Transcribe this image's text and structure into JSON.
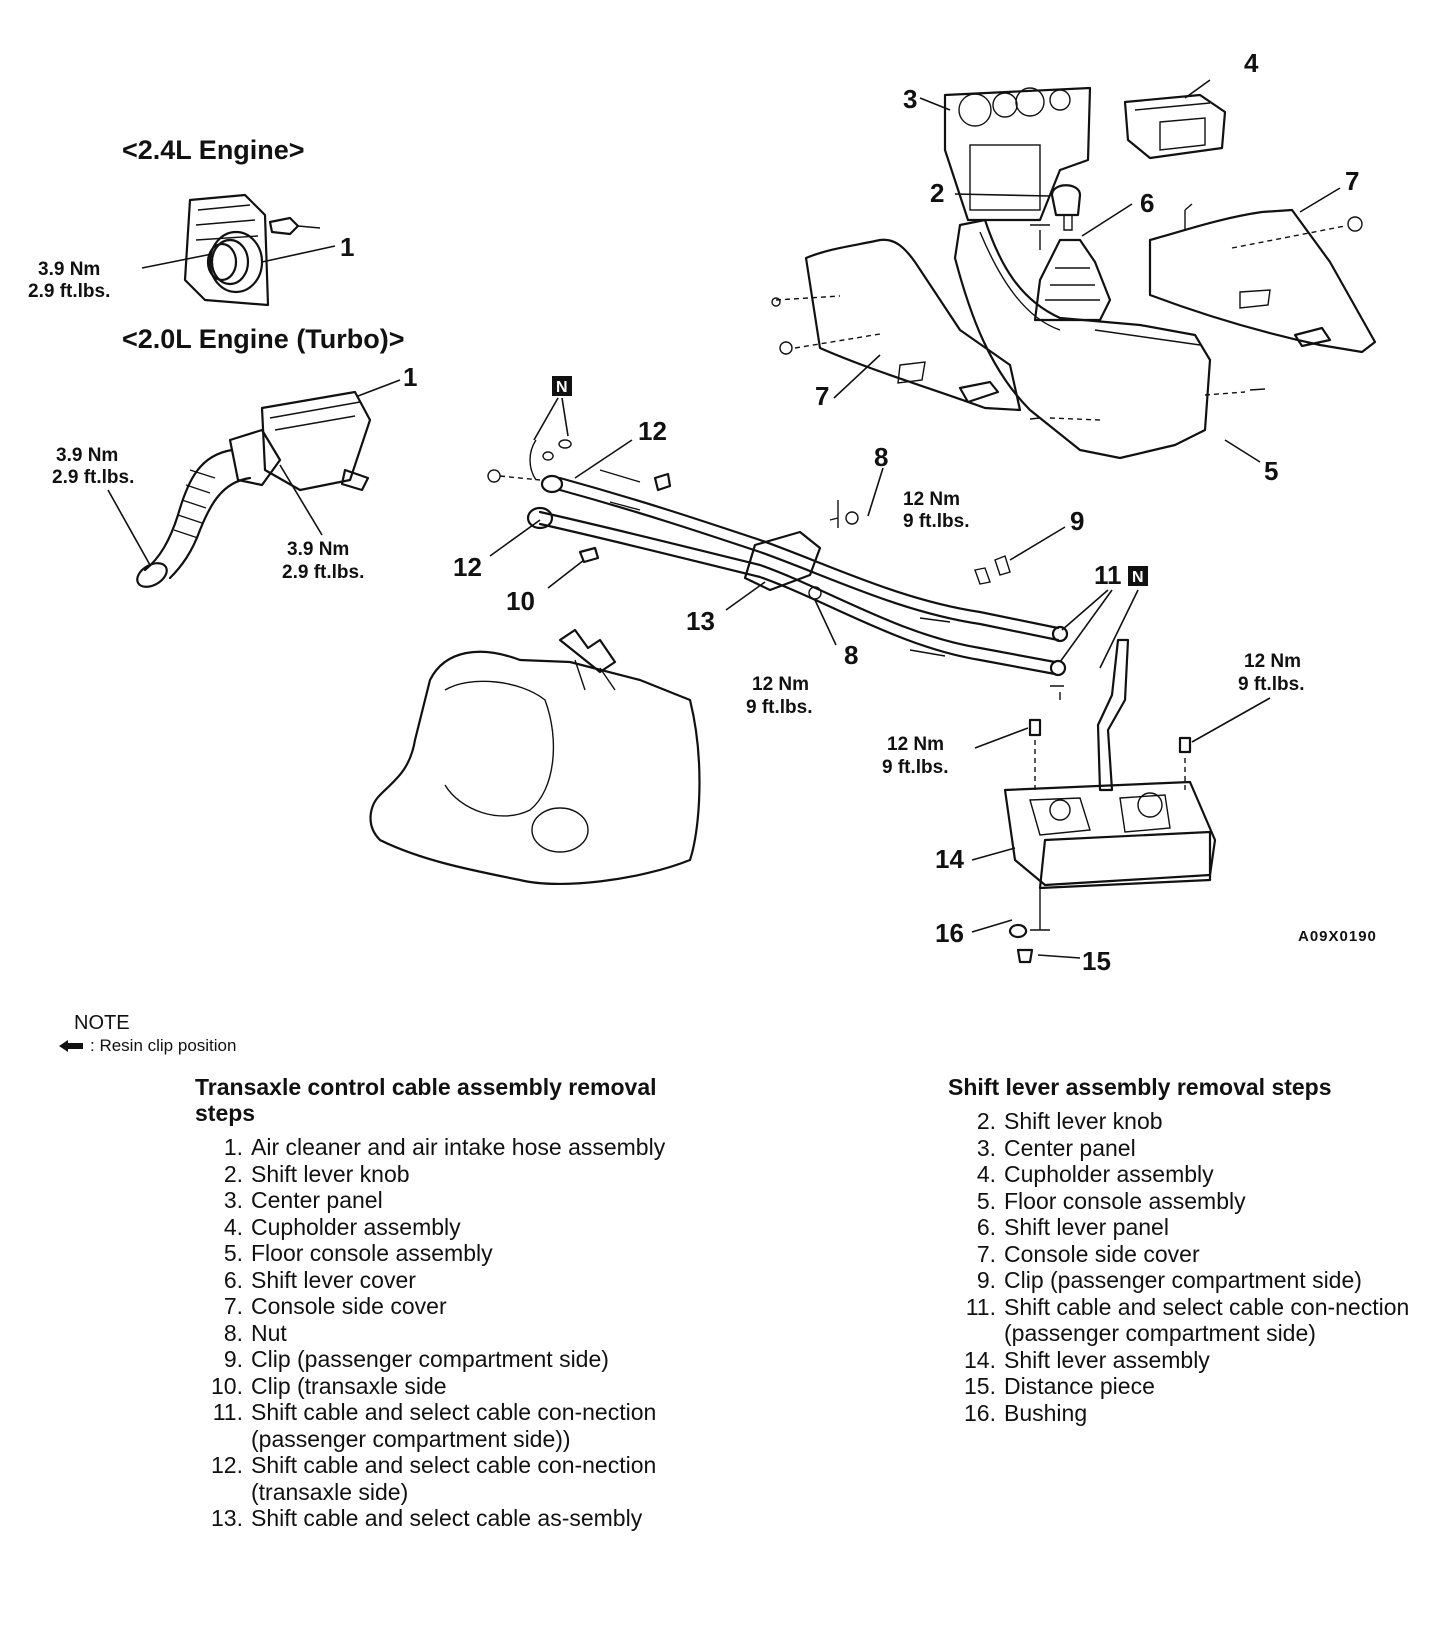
{
  "diagram": {
    "engine_label_24": "<2.4L Engine>",
    "engine_label_20": "<2.0L Engine (Turbo)>",
    "figure_id": "A09X0190",
    "notice_symbol": "N",
    "callouts": [
      "1",
      "1",
      "2",
      "3",
      "4",
      "5",
      "6",
      "7",
      "7",
      "8",
      "8",
      "9",
      "10",
      "11",
      "12",
      "12",
      "13",
      "14",
      "15",
      "16"
    ],
    "torques": [
      {
        "nm": "3.9 Nm",
        "ftlbs": "2.9 ft.lbs."
      },
      {
        "nm": "3.9 Nm",
        "ftlbs": "2.9 ft.lbs."
      },
      {
        "nm": "3.9 Nm",
        "ftlbs": "2.9 ft.lbs."
      },
      {
        "nm": "12 Nm",
        "ftlbs": "9 ft.lbs."
      },
      {
        "nm": "12 Nm",
        "ftlbs": "9 ft.lbs."
      },
      {
        "nm": "12 Nm",
        "ftlbs": "9 ft.lbs."
      },
      {
        "nm": "12 Nm",
        "ftlbs": "9 ft.lbs."
      }
    ]
  },
  "note": {
    "title": "NOTE",
    "legend_text": ": Resin clip position",
    "legend_icon": "resin-clip-arrow-icon"
  },
  "transaxle_steps": {
    "title": "Transaxle control cable assembly removal steps",
    "items": [
      {
        "num": "1.",
        "text": "Air cleaner and air intake hose assembly"
      },
      {
        "num": "2.",
        "text": "Shift lever knob"
      },
      {
        "num": "3.",
        "text": "Center panel"
      },
      {
        "num": "4.",
        "text": "Cupholder assembly"
      },
      {
        "num": "5.",
        "text": "Floor console assembly"
      },
      {
        "num": "6.",
        "text": "Shift lever cover"
      },
      {
        "num": "7.",
        "text": "Console side cover"
      },
      {
        "num": "8.",
        "text": "Nut"
      },
      {
        "num": "9.",
        "text": "Clip (passenger compartment side)"
      },
      {
        "num": "10.",
        "text": "Clip (transaxle side"
      },
      {
        "num": "11.",
        "text": "Shift cable and select cable con-nection (passenger compartment side))"
      },
      {
        "num": "12.",
        "text": "Shift cable and select cable con-nection (transaxle side)"
      },
      {
        "num": "13.",
        "text": "Shift cable and select cable as-sembly"
      }
    ]
  },
  "shift_lever_steps": {
    "title": "Shift lever assembly removal steps",
    "items": [
      {
        "num": "2.",
        "text": "Shift lever knob"
      },
      {
        "num": "3.",
        "text": "Center panel"
      },
      {
        "num": "4.",
        "text": "Cupholder assembly"
      },
      {
        "num": "5.",
        "text": "Floor console assembly"
      },
      {
        "num": "6.",
        "text": "Shift lever panel"
      },
      {
        "num": "7.",
        "text": "Console side cover"
      },
      {
        "num": "9.",
        "text": "Clip (passenger compartment side)"
      },
      {
        "num": "11.",
        "text": "Shift cable and select cable con-nection (passenger compartment side)"
      },
      {
        "num": "14.",
        "text": "Shift lever assembly"
      },
      {
        "num": "15.",
        "text": "Distance piece"
      },
      {
        "num": "16.",
        "text": "Bushing"
      }
    ]
  }
}
